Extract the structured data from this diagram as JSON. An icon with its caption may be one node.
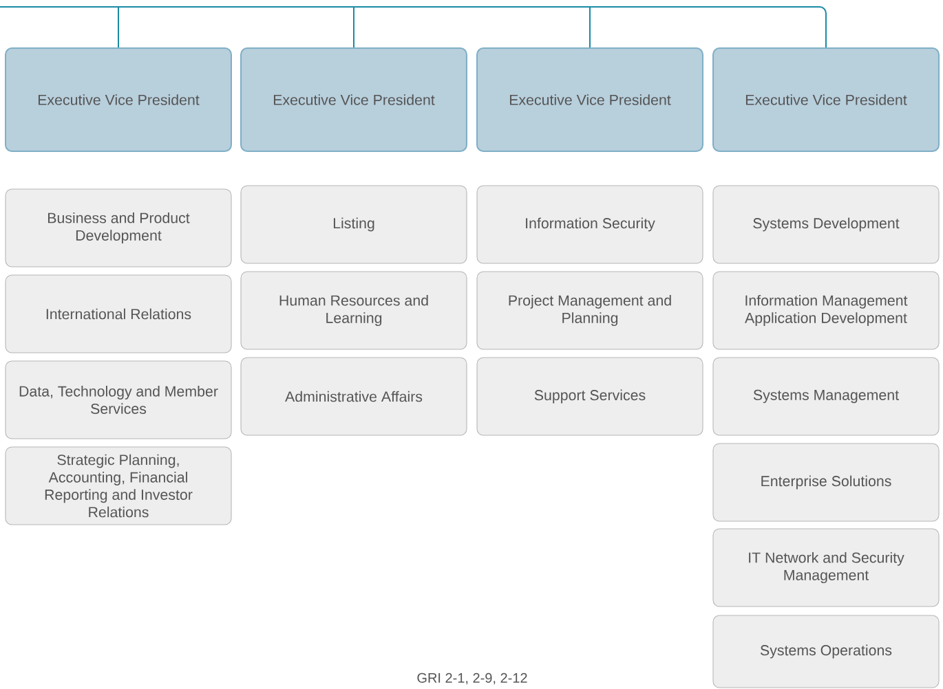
{
  "diagram": {
    "nodes": [
      {
        "text": [
          "Executive Vice President"
        ]
      },
      {
        "text": [
          "Executive Vice President"
        ]
      },
      {
        "text": [
          "Executive Vice President"
        ]
      },
      {
        "text": [
          "Executive Vice President"
        ]
      },
      {
        "text": [
          "Business and Product Development"
        ]
      },
      {
        "text": [
          "International Relations"
        ]
      },
      {
        "text": [
          "Data, Technology and Member Services"
        ]
      },
      {
        "text": [
          "Strategic Planning, Accounting, Financial Reporting and Investor Relations"
        ]
      },
      {
        "text": [
          "Listing"
        ]
      },
      {
        "text": [
          "Human Resources and Learning"
        ]
      },
      {
        "text": [
          "Administrative Affairs"
        ]
      },
      {
        "text": [
          "Information Security"
        ]
      },
      {
        "text": [
          "Project Management and Planning"
        ]
      },
      {
        "text": [
          "Support Services"
        ]
      },
      {
        "text": [
          "Systems Development"
        ]
      },
      {
        "text": [
          "Information Management Application Development"
        ]
      },
      {
        "text": [
          "Systems Management"
        ]
      },
      {
        "text": [
          "Enterprise Solutions"
        ]
      },
      {
        "text": [
          "IT Network and Security Management"
        ]
      },
      {
        "text": [
          "Systems Operations"
        ]
      }
    ],
    "edges": [
      {
        "from": null,
        "to": 0,
        "arrow": "none"
      },
      {
        "from": null,
        "to": 1,
        "arrow": "none"
      },
      {
        "from": null,
        "to": 2,
        "arrow": "none"
      },
      {
        "from": null,
        "to": 3,
        "arrow": "none"
      }
    ],
    "labels": [
      "GRI 2-1, 2-9, 2-12"
    ]
  }
}
